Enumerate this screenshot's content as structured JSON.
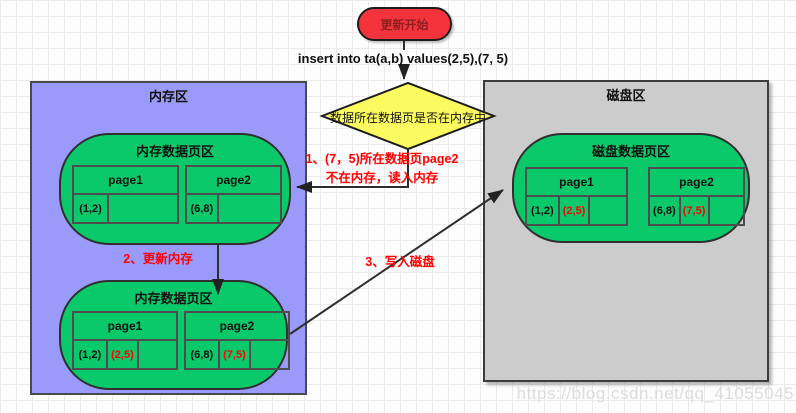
{
  "flow": {
    "start_label": "更新开始",
    "insert_sql": "insert into ta(a,b) values(2,5),(7, 5)",
    "decision": "数据所在数据页是否在内存中"
  },
  "memory": {
    "title": "内存区",
    "top_box": {
      "title": "内存数据页区",
      "pages": [
        {
          "name": "page1",
          "cells": [
            "(1,2)",
            ""
          ]
        },
        {
          "name": "page2",
          "cells": [
            "(6,8)",
            ""
          ]
        }
      ]
    },
    "bottom_box": {
      "title": "内存数据页区",
      "pages": [
        {
          "name": "page1",
          "cells": [
            "(1,2)",
            "(2,5)",
            ""
          ]
        },
        {
          "name": "page2",
          "cells": [
            "(6,8)",
            "(7,5)",
            ""
          ]
        }
      ]
    }
  },
  "disk": {
    "title": "磁盘区",
    "box": {
      "title": "磁盘数据页区",
      "pages": [
        {
          "name": "page1",
          "cells": [
            "(1,2)",
            "(2,5)",
            ""
          ]
        },
        {
          "name": "page2",
          "cells": [
            "(6,8)",
            "(7,5)",
            ""
          ]
        }
      ]
    }
  },
  "annotations": {
    "step1_line1": "1、(7，5)所在数据页page2",
    "step1_line2": "不在内存，读入内存",
    "step2": "2、更新内存",
    "step3": "3、写入磁盘"
  },
  "watermark": "https://blog.csdn.net/qq_41055045",
  "colors": {
    "start_fill": "#f5333c",
    "decision_fill": "#fbfb60",
    "memory_fill": "#9a9afa",
    "disk_fill": "#cccccc",
    "page_area_fill": "#0ac96a",
    "highlight_text": "#ff0000"
  }
}
